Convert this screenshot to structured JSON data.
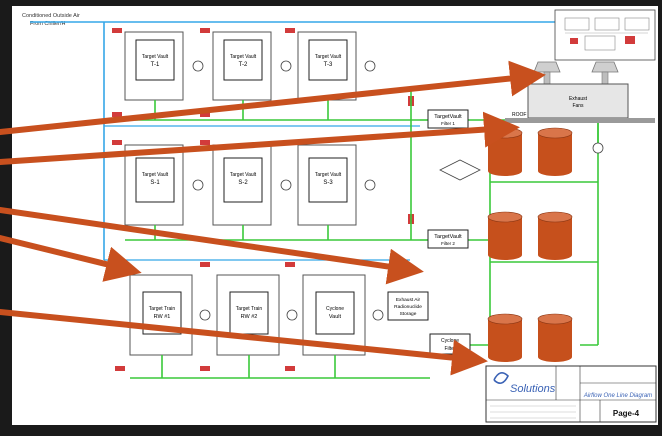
{
  "header": {
    "line1": "Conditioned Outside Air",
    "line2": "From Chiller/H"
  },
  "vaults": [
    {
      "label": "Target Vault",
      "id": "T-1"
    },
    {
      "label": "Target Vault",
      "id": "T-2"
    },
    {
      "label": "Target Vault",
      "id": "T-3"
    },
    {
      "label": "Target Vault",
      "id": "S-1"
    },
    {
      "label": "Target Vault",
      "id": "S-2"
    },
    {
      "label": "Target Vault",
      "id": "S-3"
    },
    {
      "label": "Target Train",
      "id": "RW #1"
    },
    {
      "label": "Target Train",
      "id": "RW #2"
    },
    {
      "label": "Cyclone",
      "id": "Vault"
    }
  ],
  "filters": [
    {
      "line1": "TargetVault",
      "line2": "Filter 1"
    },
    {
      "line1": "TargetVault",
      "line2": "Filter 2"
    },
    {
      "line1": "Cyclone",
      "line2": "Filter"
    }
  ],
  "exhaust_storage": {
    "line1": "Exhaust Air",
    "line2": "Radionuclide",
    "line3": "Storage"
  },
  "fans": {
    "line1": "Exhaust",
    "line2": "Fans"
  },
  "roof_label": "ROOF",
  "title_block": {
    "company": "Solutions",
    "title": "Airflow One Line Diagram",
    "page": "Page-4"
  },
  "colors": {
    "airflow_line": "#3ac93a",
    "supply_line": "#35a7e8",
    "arrow": "#c8501e",
    "tank": "#c6501c",
    "border": "#111111"
  }
}
